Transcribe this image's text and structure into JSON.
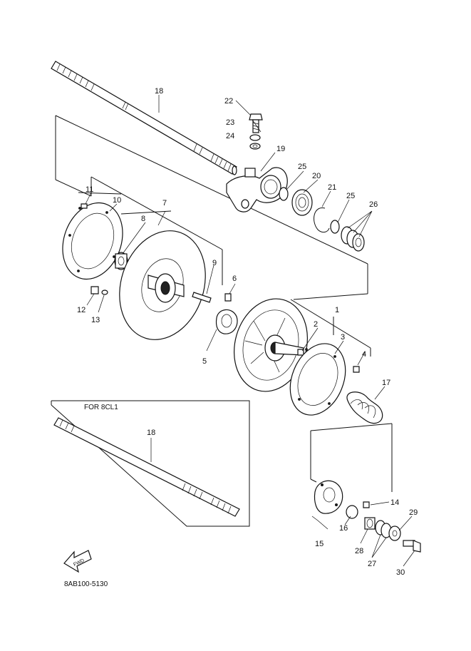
{
  "inset_caption": "FOR 8CL1",
  "drawing_code": "8AB100-5130",
  "forward_marker": "FWD",
  "callouts": {
    "c1": "1",
    "c2": "2",
    "c3": "3",
    "c4": "4",
    "c5": "5",
    "c6": "6",
    "c7": "7",
    "c8": "8",
    "c9": "9",
    "c10": "10",
    "c11": "11",
    "c12": "12",
    "c13": "13",
    "c14": "14",
    "c15": "15",
    "c16": "16",
    "c17": "17",
    "c18a": "18",
    "c18b": "18",
    "c19": "19",
    "c20": "20",
    "c21": "21",
    "c22": "22",
    "c23": "23",
    "c24": "24",
    "c25a": "25",
    "c25b": "25",
    "c26": "26",
    "c27": "27",
    "c28": "28",
    "c29": "29",
    "c30": "30"
  }
}
